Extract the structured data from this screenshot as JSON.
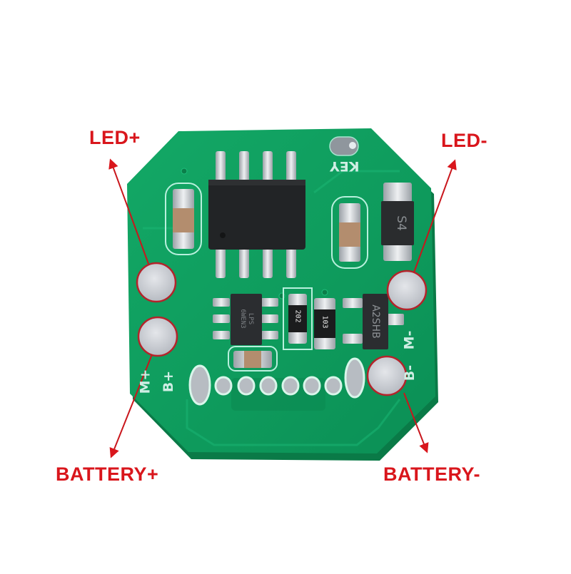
{
  "image": {
    "subject": "Green circuit board module with labeled solder pads",
    "background_color": "#ffffff",
    "board_color": "#0f9a5e",
    "annotation_color": "#d9161c"
  },
  "callouts": [
    {
      "id": "led-plus",
      "label": "LED+"
    },
    {
      "id": "led-minus",
      "label": "LED-"
    },
    {
      "id": "battery-plus",
      "label": "BATTERY+"
    },
    {
      "id": "battery-minus",
      "label": "BATTERY-"
    }
  ],
  "silkscreen": {
    "key": "KEY",
    "m_plus": "M+",
    "b_plus": "B+",
    "m_minus": "M-",
    "b_minus": "B-"
  },
  "components": {
    "ic_main": {
      "type": "SOP-8 IC",
      "marking": ""
    },
    "ic_small": {
      "type": "SOT-23-6 IC",
      "marking_line1": "LPS",
      "marking_line2": "6WEN3"
    },
    "resistor_1": {
      "marking": "202"
    },
    "resistor_2": {
      "marking": "103"
    },
    "mosfet": {
      "marking": "A2SHB"
    },
    "diode": {
      "marking": "S4"
    }
  },
  "header_pins": {
    "count": 8
  }
}
